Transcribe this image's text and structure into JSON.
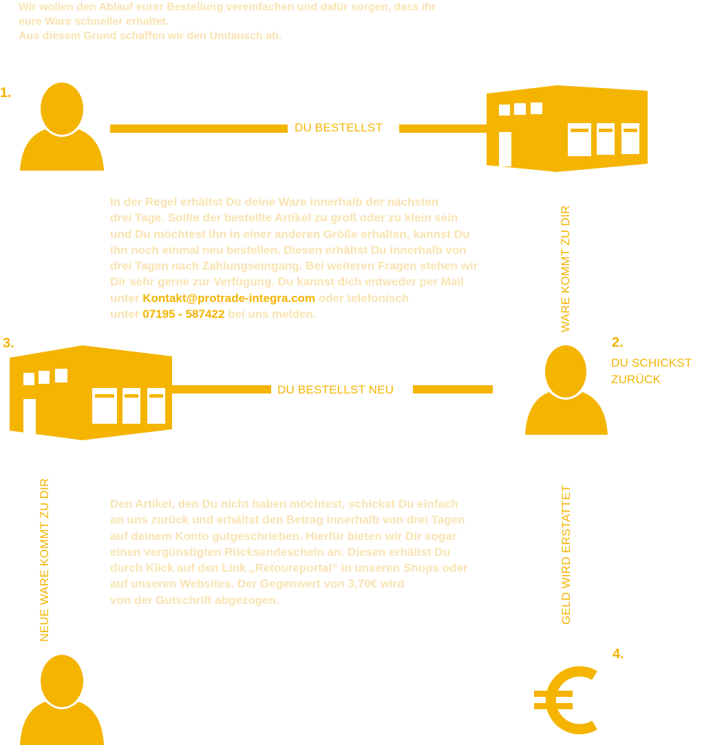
{
  "colors": {
    "accent": "#f4b400",
    "light_text": "#f9e3b2"
  },
  "intro": {
    "line1": "Wir wollen den Ablauf eurer Bestellung vereinfachen und dafür sorgen, dass ihr",
    "line2": "eure Ware schneller erhaltet.",
    "line3": "Aus diesem Grund schaffen wir den Umtausch ab."
  },
  "steps": {
    "step1": {
      "number": "1.",
      "connector_label": "DU BESTELLST",
      "vertical_label": "WARE KOMMT ZU DIR"
    },
    "step2": {
      "number": "2.",
      "label_line1": "DU SCHICKST",
      "label_line2": "ZURÜCK"
    },
    "step3": {
      "number": "3.",
      "connector_label": "DU BESTELLST NEU",
      "vertical_label": "NEUE WARE KOMMT ZU DIR"
    },
    "step4": {
      "number": "4.",
      "vertical_label": "GELD WIRD ERSTATTET",
      "icon": "euro-icon"
    }
  },
  "paragraph1": {
    "l1": "In der Regel erhältst Du deine Ware innerhalb der nächsten",
    "l2": "drei Tage. Sollte der bestellte Artikel zu groß oder zu klein sein",
    "l3": "und Du möchtest ihn in einer anderen Größe erhalten, kannst Du",
    "l4": "ihn noch einmal neu bestellen. Diesen erhältst Du innerhalb von",
    "l5": "drei Tagen nach Zahlungseingang. Bei weiteren Fragen stehen wir",
    "l6": "Dir sehr gerne zur Verfügung. Du kannst dich entweder per Mail",
    "l7a": "unter ",
    "email": "Kontakt@protrade-integra.com",
    "l7b": " oder telefonisch",
    "l8a": "unter ",
    "phone": "07195 - 587422",
    "l8b": " bei uns melden."
  },
  "paragraph2": {
    "l1": "Den Artikel, den Du nicht haben möchtest, schickst Du einfach",
    "l2": "an uns zurück und erhältst den Betrag innerhalb von drei Tagen",
    "l3": "auf deinem Konto gutgeschrieben. Hierfür bieten wir Dir sogar",
    "l4": "einen vergünstigten Rücksendeschein an. Diesen erhältst Du",
    "l5": "durch Klick auf den Link „Retoureportal“ in unseren Shops oder",
    "l6": "auf unseren Websites. Der Gegenwert von 3,70€ wird",
    "l7": "von der Gutschrift abgezogen."
  }
}
